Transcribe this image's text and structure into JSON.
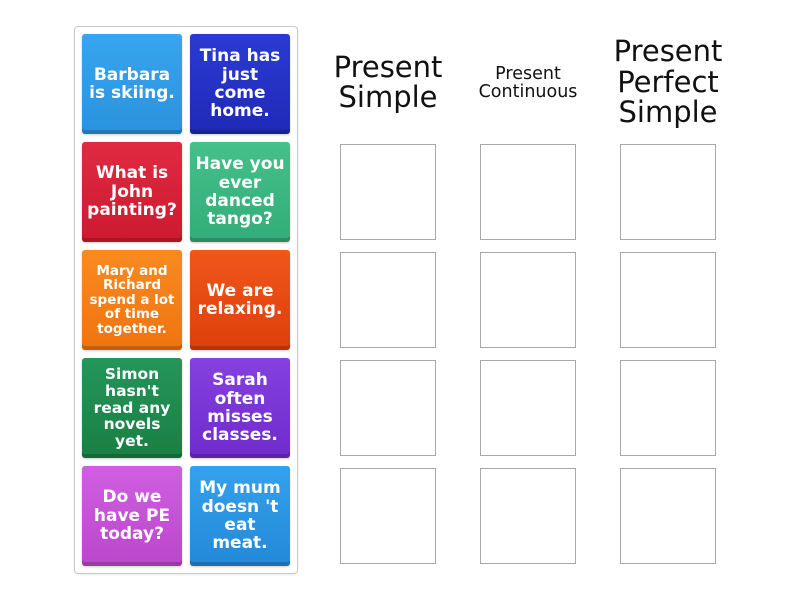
{
  "tiles": [
    {
      "text": "Barbara is skiing.",
      "color": "#2f9be6",
      "col": 0,
      "row": 0,
      "size": "l"
    },
    {
      "text": "Tina has just come home.",
      "color": "#2431c7",
      "col": 1,
      "row": 0,
      "size": "l"
    },
    {
      "text": "What is John painting?",
      "color": "#d81f38",
      "col": 0,
      "row": 1,
      "size": "l"
    },
    {
      "text": "Have you ever danced tango?",
      "color": "#3cb882",
      "col": 1,
      "row": 1,
      "size": "l"
    },
    {
      "text": "Mary and Richard spend a lot of time together.",
      "color": "#f57f17",
      "col": 0,
      "row": 2,
      "size": "s"
    },
    {
      "text": "We are relaxing.",
      "color": "#e84a10",
      "col": 1,
      "row": 2,
      "size": "l"
    },
    {
      "text": "Simon hasn't read any novels yet.",
      "color": "#1e8a4a",
      "col": 0,
      "row": 3,
      "size": "m"
    },
    {
      "text": "Sarah often misses classes.",
      "color": "#7a35d6",
      "col": 1,
      "row": 3,
      "size": "l"
    },
    {
      "text": "Do we have PE today?",
      "color": "#c552d6",
      "col": 0,
      "row": 4,
      "size": "l"
    },
    {
      "text": "My mum doesn 't eat meat.",
      "color": "#2b96e3",
      "col": 1,
      "row": 4,
      "size": "l"
    }
  ],
  "columns": [
    {
      "label": "Present Simple",
      "lines": [
        "Present",
        "Simple"
      ]
    },
    {
      "label": "Present Continuous",
      "lines": [
        "Present",
        "Continuous"
      ]
    },
    {
      "label": "Present Perfect Simple",
      "lines": [
        "Present",
        "Perfect",
        "Simple"
      ]
    }
  ],
  "drop_zone_rows": 4
}
